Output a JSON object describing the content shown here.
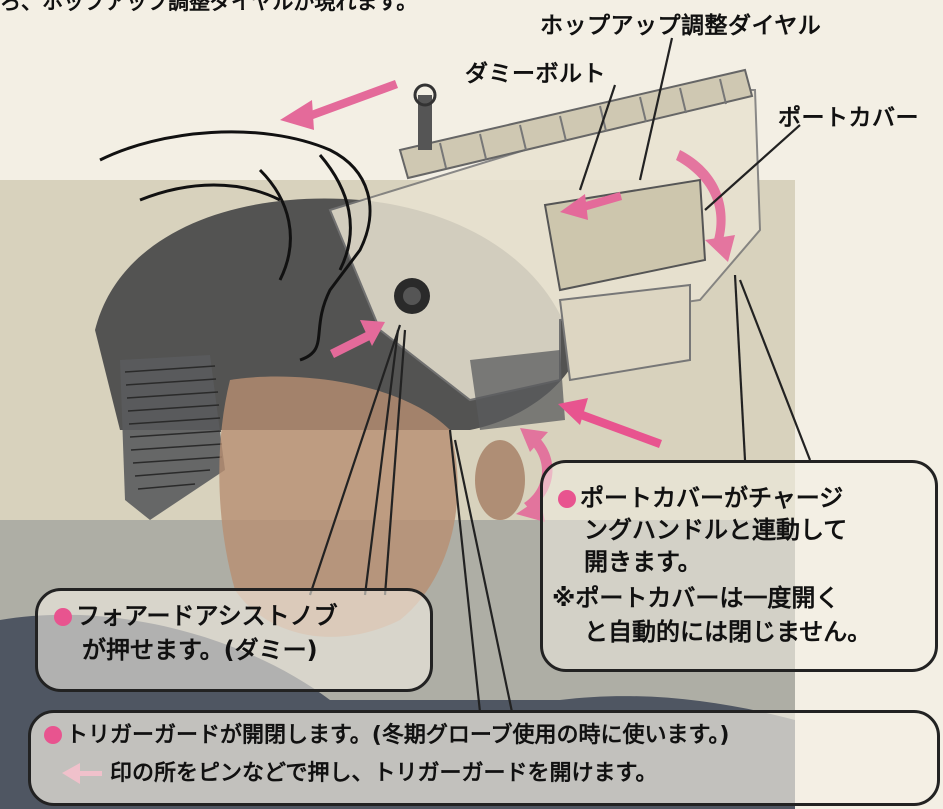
{
  "header_fragment": "ろ、ホップアップ調整ダイヤルが現れます。",
  "labels": {
    "hopup_dial": "ホップアップ調整ダイヤル",
    "dummy_bolt": "ダミーボルト",
    "port_cover": "ポートカバー"
  },
  "port_cover_note": {
    "line1": "ポートカバーがチャージ",
    "line2": "ングハンドルと連動して",
    "line3": "開きます。",
    "line4": "※ポートカバーは一度開く",
    "line5": "と自動的には閉じません。"
  },
  "forward_assist_note": {
    "line1": "フォアードアシストノブ",
    "line2": "が押せます。(ダミー)"
  },
  "trigger_guard_note": {
    "line1": "トリガーガードが開閉します。(冬期グローブ使用の時に使います。)",
    "line2": "印の所をピンなどで押し、トリガーガードを開けます。"
  },
  "colors": {
    "accent_pink": "#e8548f",
    "arrow_pink": "#e46a9a",
    "line_dark": "#222222",
    "rifle_tone": "#d9d2bd",
    "background": "#f3efe4"
  }
}
